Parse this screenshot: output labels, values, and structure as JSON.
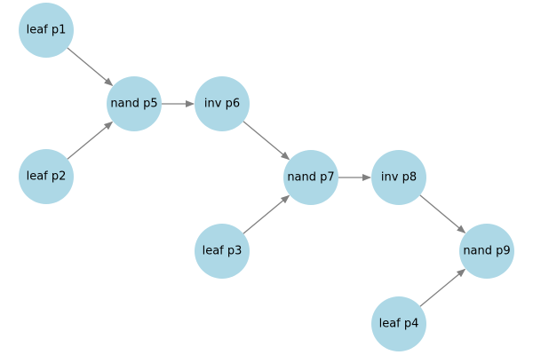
{
  "diagram": {
    "node_fill": "#add8e6",
    "edge_color": "#808080",
    "text_color": "#000000",
    "background": "#ffffff",
    "nodes": [
      {
        "id": "p1",
        "label": "leaf p1"
      },
      {
        "id": "p2",
        "label": "leaf p2"
      },
      {
        "id": "p3",
        "label": "leaf p3"
      },
      {
        "id": "p4",
        "label": "leaf p4"
      },
      {
        "id": "p5",
        "label": "nand p5"
      },
      {
        "id": "p6",
        "label": "inv p6"
      },
      {
        "id": "p7",
        "label": "nand p7"
      },
      {
        "id": "p8",
        "label": "inv p8"
      },
      {
        "id": "p9",
        "label": "nand p9"
      }
    ],
    "edges": [
      {
        "from": "p1",
        "to": "p5"
      },
      {
        "from": "p2",
        "to": "p5"
      },
      {
        "from": "p5",
        "to": "p6"
      },
      {
        "from": "p6",
        "to": "p7"
      },
      {
        "from": "p3",
        "to": "p7"
      },
      {
        "from": "p7",
        "to": "p8"
      },
      {
        "from": "p8",
        "to": "p9"
      },
      {
        "from": "p4",
        "to": "p9"
      }
    ]
  }
}
